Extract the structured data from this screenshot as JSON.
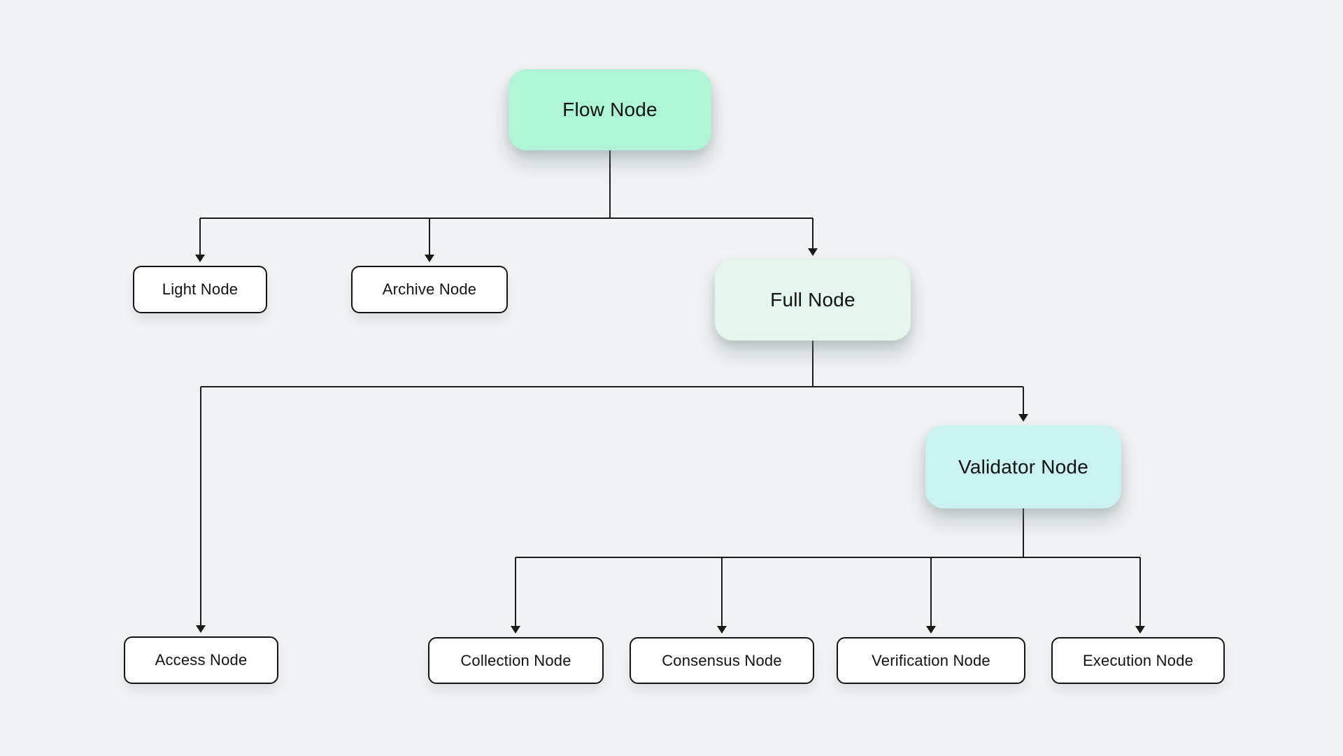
{
  "diagram": {
    "nodes": {
      "flow": {
        "label": "Flow Node",
        "fill": "#aef5d5"
      },
      "light": {
        "label": "Light Node",
        "fill": "#ffffff"
      },
      "archive": {
        "label": "Archive Node",
        "fill": "#ffffff"
      },
      "full": {
        "label": "Full Node",
        "fill": "#e5f6ec"
      },
      "access": {
        "label": "Access Node",
        "fill": "#ffffff"
      },
      "validator": {
        "label": "Validator Node",
        "fill": "#c9f2f1"
      },
      "collection": {
        "label": "Collection Node",
        "fill": "#ffffff"
      },
      "consensus": {
        "label": "Consensus Node",
        "fill": "#ffffff"
      },
      "verification": {
        "label": "Verification Node",
        "fill": "#ffffff"
      },
      "execution": {
        "label": "Execution Node",
        "fill": "#ffffff"
      }
    },
    "edges": [
      {
        "from": "flow",
        "to": "light"
      },
      {
        "from": "flow",
        "to": "archive"
      },
      {
        "from": "flow",
        "to": "full"
      },
      {
        "from": "full",
        "to": "access"
      },
      {
        "from": "full",
        "to": "validator"
      },
      {
        "from": "validator",
        "to": "collection"
      },
      {
        "from": "validator",
        "to": "consensus"
      },
      {
        "from": "validator",
        "to": "verification"
      },
      {
        "from": "validator",
        "to": "execution"
      }
    ],
    "colors": {
      "background": "#f2f3f5",
      "line": "#1a1a1a",
      "node_border": "#141414",
      "text": "#121212"
    }
  }
}
